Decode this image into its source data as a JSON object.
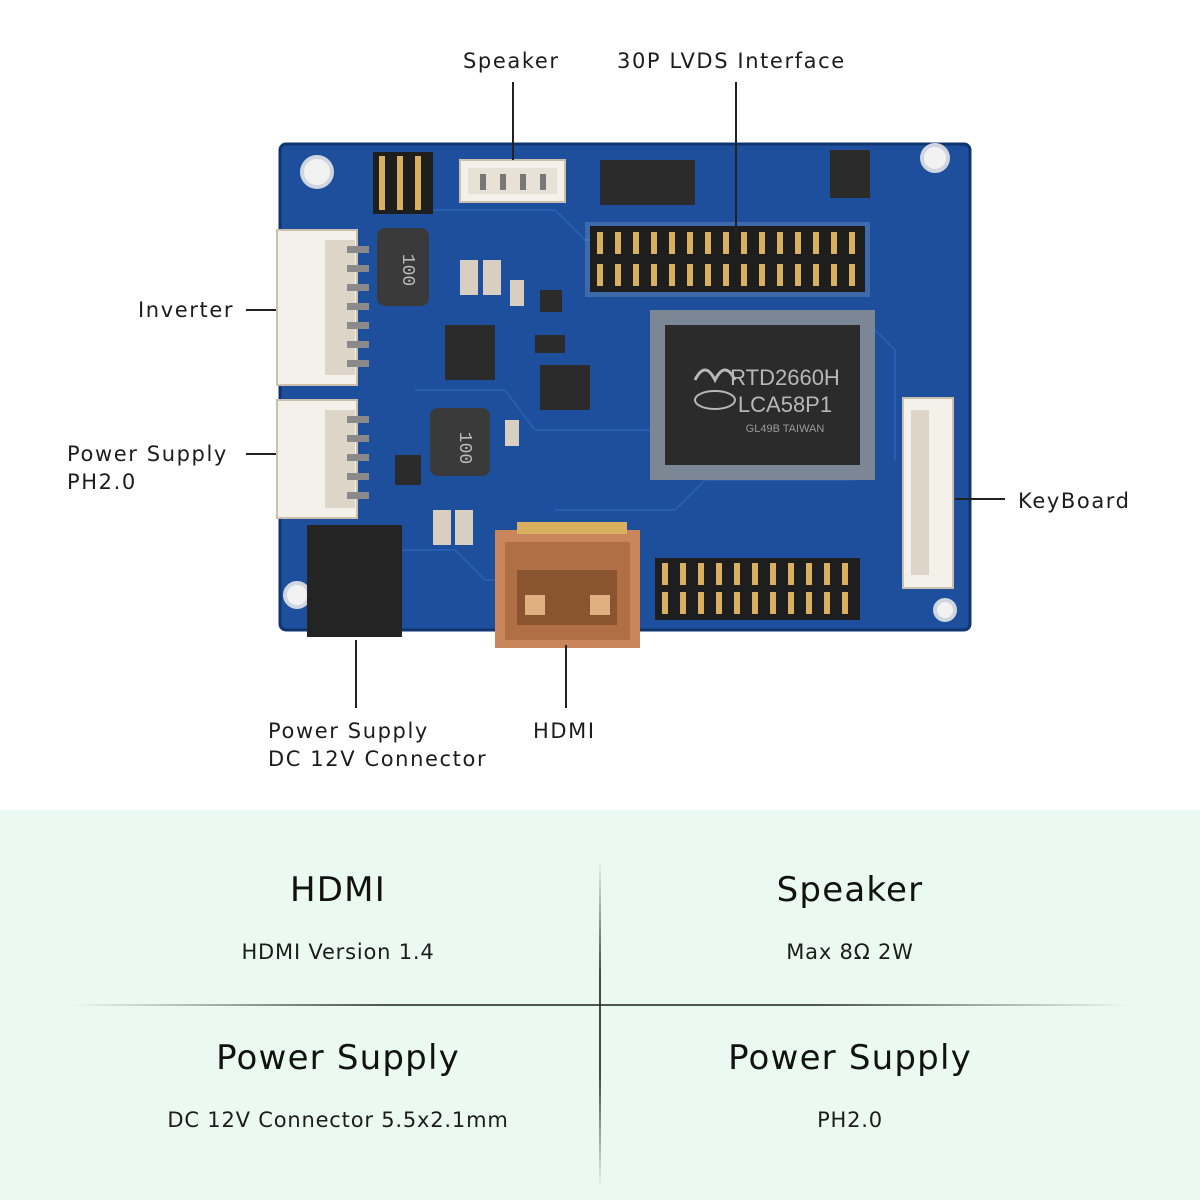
{
  "callouts": {
    "speaker": "Speaker",
    "lvds": "30P LVDS Interface",
    "inverter": "Inverter",
    "power_ph_line1": "Power Supply",
    "power_ph_line2": "PH2.0",
    "keyboard": "KeyBoard",
    "power_dc_line1": "Power Supply",
    "power_dc_line2": "DC 12V Connector",
    "hdmi": "HDMI"
  },
  "board": {
    "chip_line1": "RTD2660H",
    "chip_line2": "LCA58P1",
    "chip_line3": "GL49B TAIWAN",
    "inductor_text": "100",
    "colors": {
      "pcb": "#1d4f9c",
      "pcb_dark": "#163f82",
      "connector": "#f4f0ea",
      "chip": "#2b2b2b",
      "hdmi": "#c8865a",
      "header": "#1e1e1e"
    }
  },
  "specs": [
    {
      "title": "HDMI",
      "detail": "HDMI Version 1.4"
    },
    {
      "title": "Speaker",
      "detail": "Max 8Ω 2W"
    },
    {
      "title": "Power Supply",
      "detail": "DC 12V Connector 5.5x2.1mm"
    },
    {
      "title": "Power Supply",
      "detail": "PH2.0"
    }
  ],
  "colors": {
    "spec_background": "#eafaf2",
    "text": "#1c1c1c"
  }
}
